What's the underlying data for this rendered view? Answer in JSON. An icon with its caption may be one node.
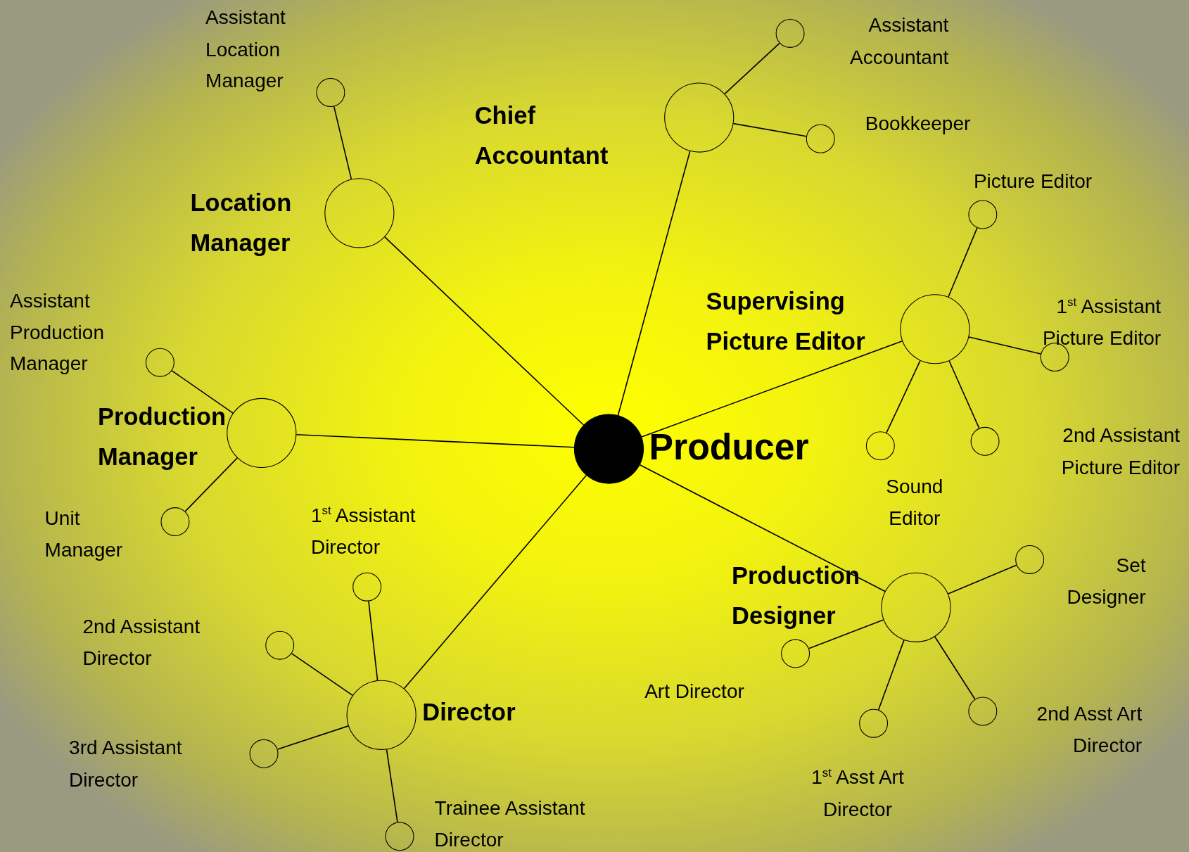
{
  "diagram": {
    "nodes": [
      {
        "text": [],
        "shape": "circle",
        "beside": [
          "Producer"
        ]
      },
      {
        "text": [],
        "shape": "circle",
        "beside": [
          "Chief Accountant"
        ]
      },
      {
        "text": [],
        "shape": "circle",
        "beside": [
          "Assistant Accountant"
        ]
      },
      {
        "text": [],
        "shape": "circle",
        "beside": [
          "Bookkeeper"
        ]
      },
      {
        "text": [],
        "shape": "circle",
        "beside": [
          "Location Manager"
        ]
      },
      {
        "text": [],
        "shape": "circle",
        "beside": [
          "Assistant Location Manager"
        ]
      },
      {
        "text": [],
        "shape": "circle",
        "beside": [
          "Supervising Picture Editor"
        ]
      },
      {
        "text": [],
        "shape": "circle",
        "beside": [
          "Picture Editor"
        ]
      },
      {
        "text": [],
        "shape": "circle",
        "beside": [
          "1$^{st}$ Assistant Picture Editor"
        ]
      },
      {
        "text": [],
        "shape": "circle",
        "beside": [
          "2nd Assistant Picture Editor"
        ]
      },
      {
        "text": [],
        "shape": "circle",
        "beside": [
          "Sound Editor"
        ]
      },
      {
        "text": [],
        "shape": "circle",
        "beside": [
          "Production Manager"
        ]
      },
      {
        "text": [],
        "shape": "circle",
        "beside": [
          "Assistant Production Manager"
        ]
      },
      {
        "text": [],
        "shape": "circle",
        "beside": [
          "Unit Manager"
        ]
      },
      {
        "text": [],
        "shape": "circle",
        "beside": [
          "Director"
        ]
      },
      {
        "text": [],
        "shape": "circle",
        "beside": [
          "1$^{st}$ Assistant Director"
        ]
      },
      {
        "text": [],
        "shape": "circle",
        "beside": [
          "2nd Assistant Director"
        ]
      },
      {
        "text": [],
        "shape": "circle",
        "beside": [
          "3rd Assistant Director"
        ]
      },
      {
        "text": [],
        "shape": "circle",
        "beside": [
          "Trainee Assistant Director"
        ]
      },
      {
        "text": [],
        "shape": "circle",
        "beside": [
          "Production Designer"
        ]
      },
      {
        "text": [],
        "shape": "circle",
        "beside": [
          "Set Designer"
        ]
      },
      {
        "text": [],
        "shape": "circle",
        "beside": [
          "Art Director"
        ]
      },
      {
        "text": [],
        "shape": "circle",
        "beside": [
          "1$^{st}$ Asst Art Director"
        ]
      },
      {
        "text": [],
        "shape": "circle",
        "beside": [
          "2nd Asst Art Director"
        ]
      }
    ],
    "edges": [
      {
        "from": 0,
        "to": 1,
        "arrow": "none"
      },
      {
        "from": 1,
        "to": 2,
        "arrow": "none"
      },
      {
        "from": 1,
        "to": 3,
        "arrow": "none"
      },
      {
        "from": 0,
        "to": 4,
        "arrow": "none"
      },
      {
        "from": 4,
        "to": 5,
        "arrow": "none"
      },
      {
        "from": 0,
        "to": 6,
        "arrow": "none"
      },
      {
        "from": 6,
        "to": 7,
        "arrow": "none"
      },
      {
        "from": 6,
        "to": 8,
        "arrow": "none"
      },
      {
        "from": 6,
        "to": 9,
        "arrow": "none"
      },
      {
        "from": 6,
        "to": 10,
        "arrow": "none"
      },
      {
        "from": 0,
        "to": 11,
        "arrow": "none"
      },
      {
        "from": 11,
        "to": 12,
        "arrow": "none"
      },
      {
        "from": 11,
        "to": 13,
        "arrow": "none"
      },
      {
        "from": 0,
        "to": 14,
        "arrow": "none"
      },
      {
        "from": 14,
        "to": 15,
        "arrow": "none"
      },
      {
        "from": 14,
        "to": 16,
        "arrow": "none"
      },
      {
        "from": 14,
        "to": 17,
        "arrow": "none"
      },
      {
        "from": 14,
        "to": 18,
        "arrow": "none"
      },
      {
        "from": 0,
        "to": 19,
        "arrow": "none"
      },
      {
        "from": 19,
        "to": 20,
        "arrow": "none"
      },
      {
        "from": 19,
        "to": 21,
        "arrow": "none"
      },
      {
        "from": 19,
        "to": 22,
        "arrow": "none"
      },
      {
        "from": 19,
        "to": 23,
        "arrow": "none"
      }
    ]
  }
}
